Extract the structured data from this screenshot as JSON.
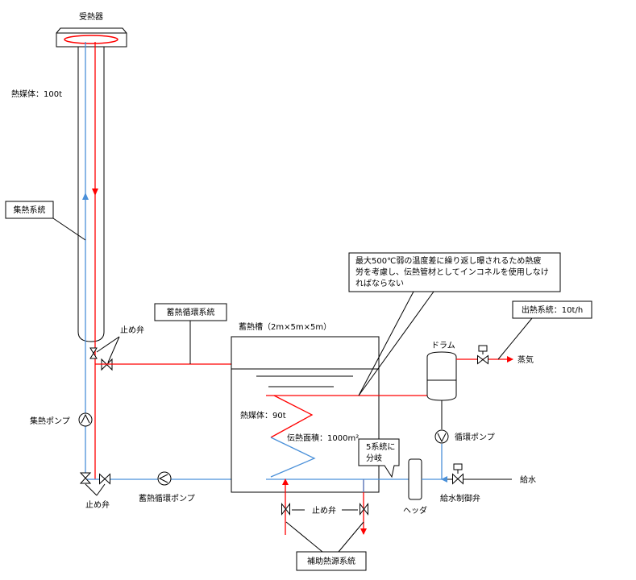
{
  "labels": {
    "receiver": "受熱器",
    "receiver_medium": "熱媒体：100t",
    "collection_system": "集熱系統",
    "storage_circulation_system": "蓄熱循環系統",
    "stop_valve_top": "止め弁",
    "stop_valve_bottom": "止め弁",
    "stop_valve_aux": "止め弁",
    "collection_pump": "集熱ポンプ",
    "storage_pump": "蓄熱循環ポンプ",
    "tank": "蓄熱槽（2m×5m×5m）",
    "tank_medium": "熱媒体：90t",
    "heat_area": "伝熱面積：1000m²",
    "branch_line1": "5系統に",
    "branch_line2": "分岐",
    "header": "ヘッダ",
    "drum": "ドラム",
    "circulation_pump": "循環ポンプ",
    "steam": "蒸気",
    "output_system": "出熱系統：10t/h",
    "feedwater": "給水",
    "feedwater_valve": "給水制御弁",
    "aux_system": "補助熱源系統",
    "note_line1": "最大500℃弱の温度差に繰り返し曝されるため熱疲",
    "note_line2": "労を考慮し、伝熱管材としてインコネルを使用しなけ",
    "note_line3": "ればならない"
  },
  "colors": {
    "hot_line": "#ff0000",
    "cold_line": "#4a90d9",
    "outline": "#000000"
  }
}
